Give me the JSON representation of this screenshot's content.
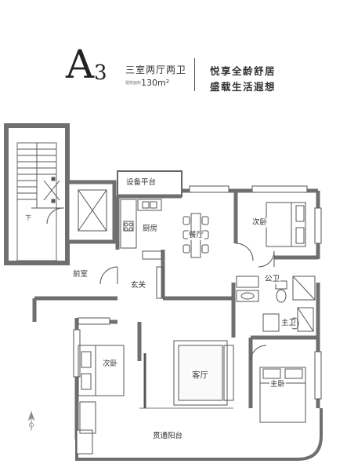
{
  "header": {
    "model_letter": "A",
    "model_number": "3",
    "layout": "三室两厅两卫",
    "area_caption": "建筑面积",
    "area_value": "130m²",
    "slogan_line1": "悦享全龄舒居",
    "slogan_line2": "盛载生活遐想"
  },
  "rooms": {
    "equipment_platform": "设备平台",
    "kitchen": "厨房",
    "dining": "餐厅",
    "bedroom_secondary_1": "次卧",
    "front_hall": "前室",
    "foyer": "玄关",
    "public_bath": "公卫",
    "master_bath": "主卫",
    "bedroom_secondary_2": "次卧",
    "living": "客厅",
    "master_bedroom": "主卧",
    "balcony": "贯通阳台",
    "stair_down": "下"
  },
  "colors": {
    "wall": "#6f6f6f",
    "line": "#555555",
    "text": "#333333"
  }
}
